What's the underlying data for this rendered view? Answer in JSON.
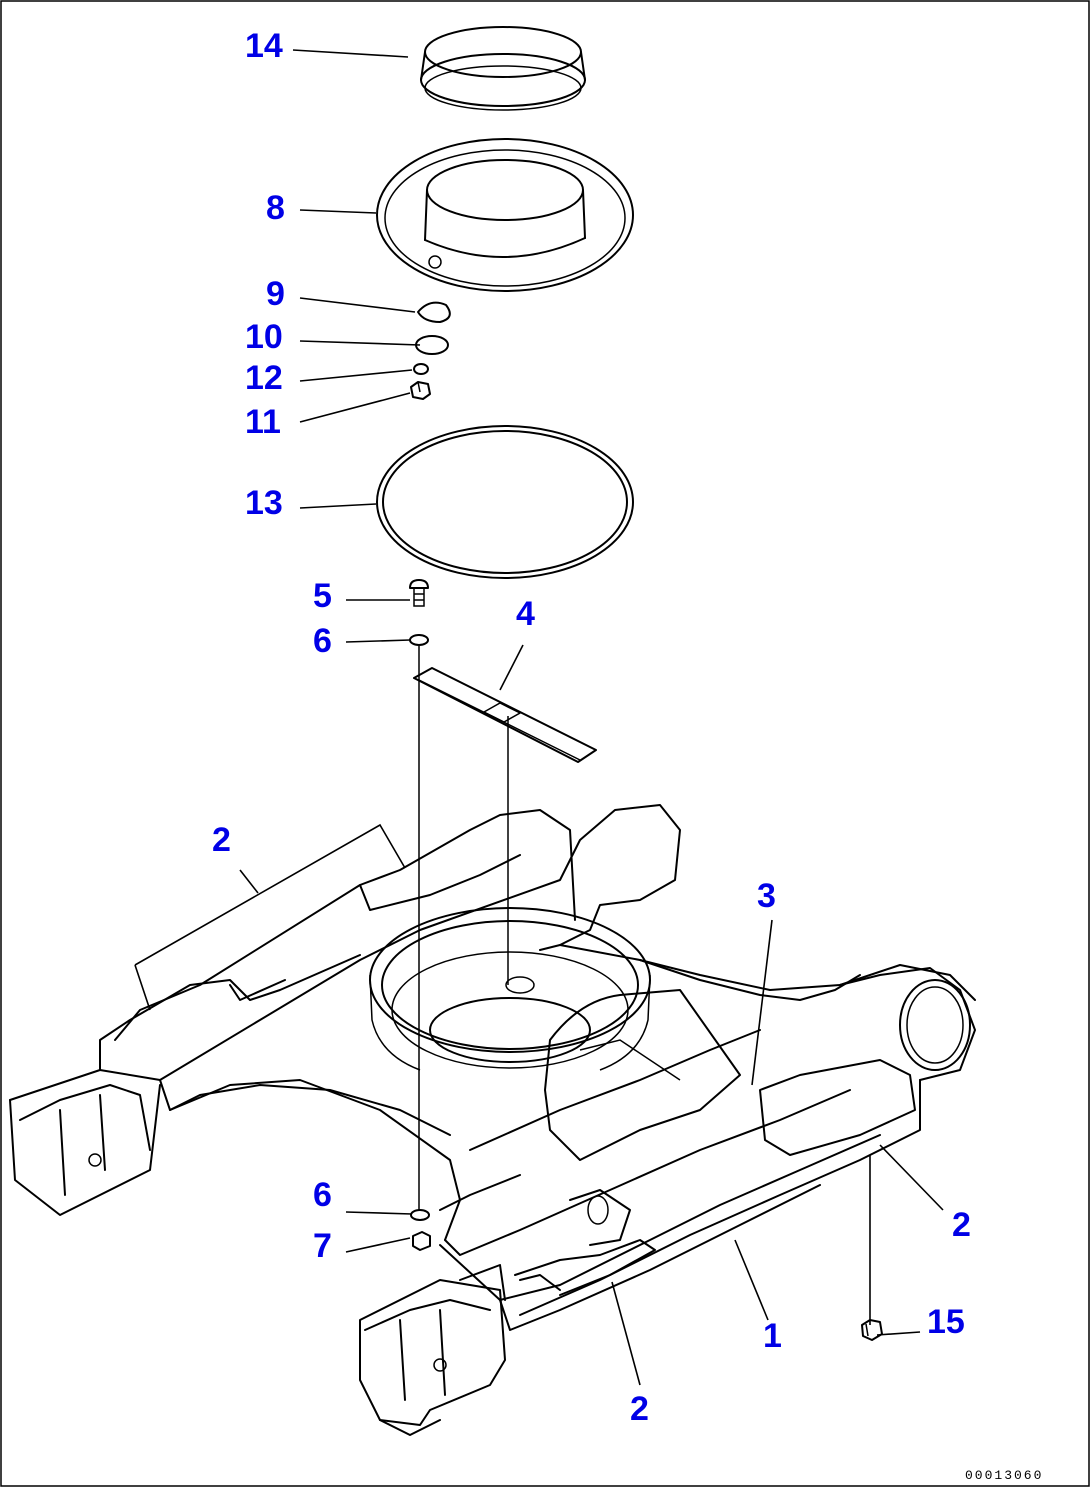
{
  "diagram": {
    "callouts": [
      {
        "id": "c14",
        "label": "14"
      },
      {
        "id": "c8",
        "label": "8"
      },
      {
        "id": "c9",
        "label": "9"
      },
      {
        "id": "c10",
        "label": "10"
      },
      {
        "id": "c12",
        "label": "12"
      },
      {
        "id": "c11",
        "label": "11"
      },
      {
        "id": "c13",
        "label": "13"
      },
      {
        "id": "c5",
        "label": "5"
      },
      {
        "id": "c6a",
        "label": "6"
      },
      {
        "id": "c4",
        "label": "4"
      },
      {
        "id": "c2a",
        "label": "2"
      },
      {
        "id": "c3",
        "label": "3"
      },
      {
        "id": "c2b",
        "label": "2"
      },
      {
        "id": "c6b",
        "label": "6"
      },
      {
        "id": "c7",
        "label": "7"
      },
      {
        "id": "c1",
        "label": "1"
      },
      {
        "id": "c15",
        "label": "15"
      },
      {
        "id": "c2c",
        "label": "2"
      }
    ],
    "figure_number": "00013060"
  },
  "colors": {
    "callout": "#0000e6",
    "line": "#000000",
    "background": "#ffffff"
  }
}
